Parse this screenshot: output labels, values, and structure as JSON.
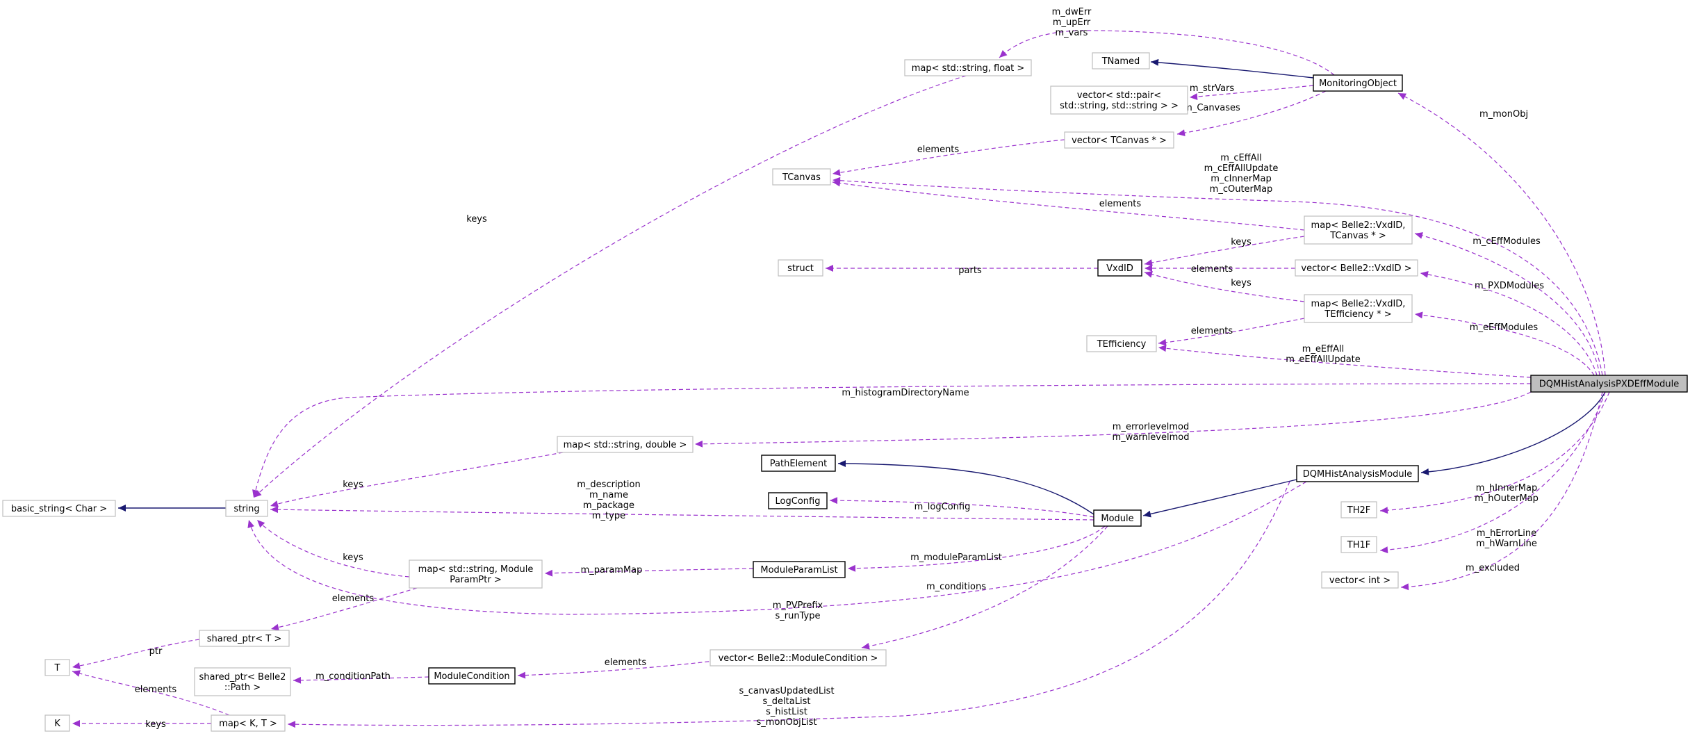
{
  "nodes": [
    {
      "id": "focus",
      "lines": [
        "DQMHistAnalysisPXDEffModule"
      ]
    },
    {
      "id": "monobj",
      "lines": [
        "MonitoringObject"
      ]
    },
    {
      "id": "tnamed",
      "lines": [
        "TNamed"
      ]
    },
    {
      "id": "mapfloat",
      "lines": [
        "map< std::string, float >"
      ]
    },
    {
      "id": "vecpair",
      "lines": [
        "vector< std::pair<",
        "std::string, std::string > >"
      ]
    },
    {
      "id": "veccanvas",
      "lines": [
        "vector< TCanvas * >"
      ]
    },
    {
      "id": "tcanvas",
      "lines": [
        "TCanvas"
      ]
    },
    {
      "id": "mapvxdcanvas",
      "lines": [
        "map< Belle2::VxdID,",
        "TCanvas * >"
      ]
    },
    {
      "id": "struct",
      "lines": [
        "struct"
      ]
    },
    {
      "id": "vxdid",
      "lines": [
        "VxdID"
      ]
    },
    {
      "id": "vecvxd",
      "lines": [
        "vector< Belle2::VxdID >"
      ]
    },
    {
      "id": "mapvxdeff",
      "lines": [
        "map< Belle2::VxdID,",
        "TEfficiency * >"
      ]
    },
    {
      "id": "teff",
      "lines": [
        "TEfficiency"
      ]
    },
    {
      "id": "mapdouble",
      "lines": [
        "map< std::string, double >"
      ]
    },
    {
      "id": "string",
      "lines": [
        "string"
      ]
    },
    {
      "id": "basicstring",
      "lines": [
        "basic_string< Char >"
      ]
    },
    {
      "id": "pathelement",
      "lines": [
        "PathElement"
      ]
    },
    {
      "id": "logconfig",
      "lines": [
        "LogConfig"
      ]
    },
    {
      "id": "dqmhist",
      "lines": [
        "DQMHistAnalysisModule"
      ]
    },
    {
      "id": "module",
      "lines": [
        "Module"
      ]
    },
    {
      "id": "th2f",
      "lines": [
        "TH2F"
      ]
    },
    {
      "id": "th1f",
      "lines": [
        "TH1F"
      ]
    },
    {
      "id": "vecint",
      "lines": [
        "vector< int >"
      ]
    },
    {
      "id": "mapparam",
      "lines": [
        "map< std::string, Module",
        "ParamPtr >"
      ]
    },
    {
      "id": "modparamlist",
      "lines": [
        "ModuleParamList"
      ]
    },
    {
      "id": "sharedT",
      "lines": [
        "shared_ptr< T >"
      ]
    },
    {
      "id": "T",
      "lines": [
        "T"
      ]
    },
    {
      "id": "veccond",
      "lines": [
        "vector< Belle2::ModuleCondition >"
      ]
    },
    {
      "id": "sharedpath",
      "lines": [
        "shared_ptr< Belle2",
        "::Path >"
      ]
    },
    {
      "id": "modcond",
      "lines": [
        "ModuleCondition"
      ]
    },
    {
      "id": "K",
      "lines": [
        "K"
      ]
    },
    {
      "id": "mapKT",
      "lines": [
        "map< K, T >"
      ]
    }
  ],
  "edges": [
    {
      "id": "e-monobj-mapfloat",
      "kind": "usage",
      "labels": [
        "m_dwErr",
        "m_upErr",
        "m_vars"
      ]
    },
    {
      "id": "e-monobj-tnamed",
      "kind": "inherit",
      "labels": []
    },
    {
      "id": "e-monobj-vecpair",
      "kind": "usage",
      "labels": [
        "m_strVars"
      ]
    },
    {
      "id": "e-monobj-veccanvas",
      "kind": "usage",
      "labels": [
        "m_Canvases"
      ]
    },
    {
      "id": "e-veccanvas-tcanvas",
      "kind": "usage",
      "labels": [
        "elements"
      ]
    },
    {
      "id": "e-focus-monobj",
      "kind": "usage",
      "labels": [
        "m_monObj"
      ]
    },
    {
      "id": "e-focus-tcanvas",
      "kind": "usage",
      "labels": [
        "m_cEffAll",
        "m_cEffAllUpdate",
        "m_cInnerMap",
        "m_cOuterMap"
      ]
    },
    {
      "id": "e-mapvxdcanvas-tcanvas",
      "kind": "usage",
      "labels": [
        "elements"
      ]
    },
    {
      "id": "e-focus-mapvxdcanvas",
      "kind": "usage",
      "labels": [
        "m_cEffModules"
      ]
    },
    {
      "id": "e-mapvxdcanvas-vxdid",
      "kind": "usage",
      "labels": [
        "keys"
      ]
    },
    {
      "id": "e-vxdid-struct",
      "kind": "usage",
      "labels": [
        "parts"
      ]
    },
    {
      "id": "e-vecvxd-vxdid",
      "kind": "usage",
      "labels": [
        "elements"
      ]
    },
    {
      "id": "e-mapvxdeff-vxdid",
      "kind": "usage",
      "labels": [
        "keys"
      ]
    },
    {
      "id": "e-focus-vecvxd",
      "kind": "usage",
      "labels": [
        "m_PXDModules"
      ]
    },
    {
      "id": "e-focus-mapvxdeff",
      "kind": "usage",
      "labels": [
        "m_eEffModules"
      ]
    },
    {
      "id": "e-mapvxdeff-teff",
      "kind": "usage",
      "labels": [
        "elements"
      ]
    },
    {
      "id": "e-focus-teff",
      "kind": "usage",
      "labels": [
        "m_eEffAll",
        "m_eEffAllUpdate"
      ]
    },
    {
      "id": "e-focus-string",
      "kind": "usage",
      "labels": [
        "m_histogramDirectoryName"
      ]
    },
    {
      "id": "e-mapfloat-string",
      "kind": "usage",
      "labels": [
        "keys"
      ]
    },
    {
      "id": "e-focus-mapdouble",
      "kind": "usage",
      "labels": [
        "m_errorlevelmod",
        "m_warnlevelmod"
      ]
    },
    {
      "id": "e-mapdouble-string",
      "kind": "usage",
      "labels": [
        "keys"
      ]
    },
    {
      "id": "e-string-basic",
      "kind": "inherit",
      "labels": []
    },
    {
      "id": "e-focus-dqmhist",
      "kind": "inherit",
      "labels": []
    },
    {
      "id": "e-dqmhist-module",
      "kind": "inherit",
      "labels": []
    },
    {
      "id": "e-module-pathelement",
      "kind": "inherit",
      "labels": []
    },
    {
      "id": "e-module-logconfig",
      "kind": "usage",
      "labels": [
        "m_logConfig"
      ]
    },
    {
      "id": "e-module-string",
      "kind": "usage",
      "labels": [
        "m_description",
        "m_name",
        "m_package",
        "m_type"
      ]
    },
    {
      "id": "e-module-modparamlist",
      "kind": "usage",
      "labels": [
        "m_moduleParamList"
      ]
    },
    {
      "id": "e-modparamlist-mapparam",
      "kind": "usage",
      "labels": [
        "m_paramMap"
      ]
    },
    {
      "id": "e-mapparam-string",
      "kind": "usage",
      "labels": [
        "keys"
      ]
    },
    {
      "id": "e-mapparam-sharedT",
      "kind": "usage",
      "labels": [
        "elements"
      ]
    },
    {
      "id": "e-dqmhist-string",
      "kind": "usage",
      "labels": [
        "m_PVPrefix",
        "s_runType"
      ]
    },
    {
      "id": "e-focus-th2f",
      "kind": "usage",
      "labels": [
        "m_hInnerMap",
        "m_hOuterMap"
      ]
    },
    {
      "id": "e-focus-th1f",
      "kind": "usage",
      "labels": [
        "m_hErrorLine",
        "m_hWarnLine"
      ]
    },
    {
      "id": "e-focus-vecint",
      "kind": "usage",
      "labels": [
        "m_excluded"
      ]
    },
    {
      "id": "e-module-veccond",
      "kind": "usage",
      "labels": [
        "m_conditions"
      ]
    },
    {
      "id": "e-veccond-modcond",
      "kind": "usage",
      "labels": [
        "elements"
      ]
    },
    {
      "id": "e-modcond-sharedpath",
      "kind": "usage",
      "labels": [
        "m_conditionPath"
      ]
    },
    {
      "id": "e-sharedT-T",
      "kind": "usage",
      "labels": [
        "ptr"
      ]
    },
    {
      "id": "e-mapKT-T",
      "kind": "usage",
      "labels": [
        "elements"
      ]
    },
    {
      "id": "e-mapKT-K",
      "kind": "usage",
      "labels": [
        "keys"
      ]
    },
    {
      "id": "e-dqmhist-mapKT",
      "kind": "usage",
      "labels": [
        "s_canvasUpdatedList",
        "s_deltaList",
        "s_histList",
        "s_monObjList"
      ]
    }
  ]
}
